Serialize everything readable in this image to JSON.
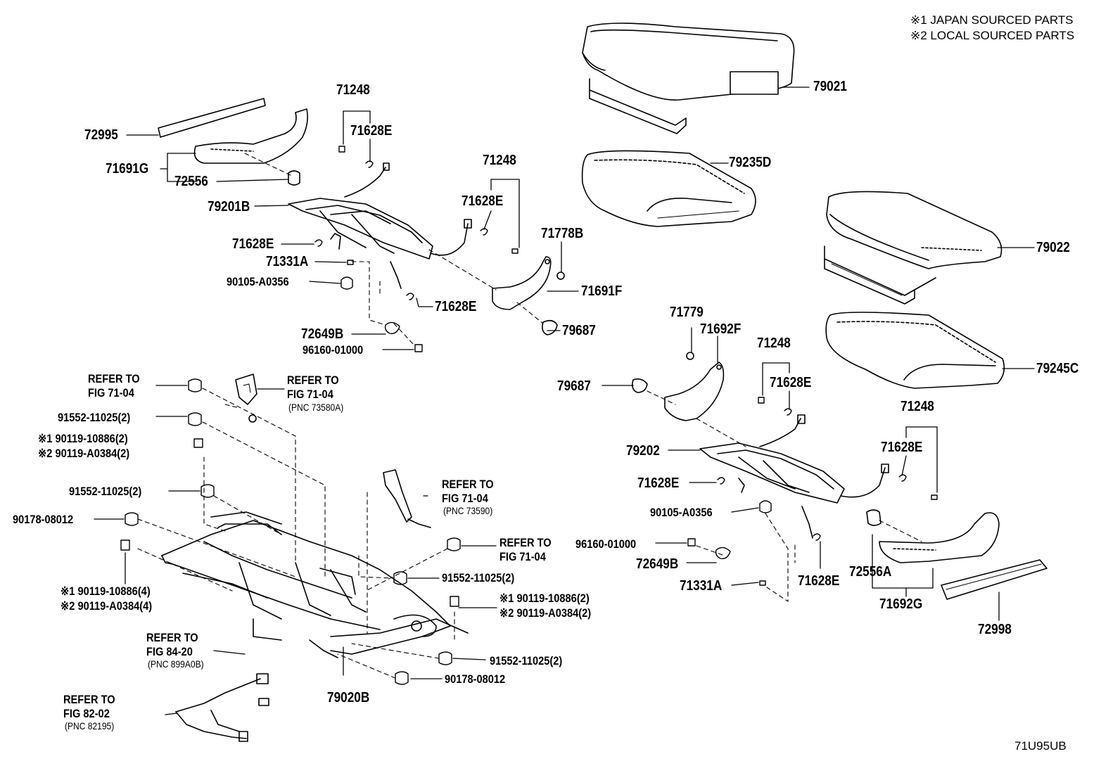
{
  "notes": {
    "japan": "※1 JAPAN SOURCED PARTS",
    "local": "※2 LOCAL SOURCED PARTS"
  },
  "diagram_code": "71U95UB",
  "parts": {
    "p79021": "79021",
    "p79235D": "79235D",
    "p79022": "79022",
    "p79245C": "79245C",
    "p72995": "72995",
    "p71691G": "71691G",
    "p72556": "72556",
    "p71248a": "71248",
    "p71628Ea": "71628E",
    "p71248b": "71248",
    "p71628Eb": "71628E",
    "p79201B": "79201B",
    "p71778B": "71778B",
    "p71628Ec": "71628E",
    "p71331Aa": "71331A",
    "p90105a": "90105-A0356",
    "p71628Ed": "71628E",
    "p71691F": "71691F",
    "p72649Ba": "72649B",
    "p96160a": "96160-01000",
    "p79687a": "79687",
    "refer1a": "REFER TO",
    "refer1b": "FIG 71-04",
    "refer2a": "REFER TO",
    "refer2b": "FIG 71-04",
    "refer2c": "(PNC 73580A)",
    "p91552a": "91552-11025(2)",
    "p90119a": "※1 90119-10886(2)",
    "p90119b": "※2 90119-A0384(2)",
    "p91552b": "91552-11025(2)",
    "p90178a": "90178-08012",
    "refer3a": "REFER TO",
    "refer3b": "FIG 71-04",
    "refer3c": "(PNC 73590)",
    "refer4a": "REFER TO",
    "refer4b": "FIG 71-04",
    "p91552c": "91552-11025(2)",
    "p90119c": "※1 90119-10886(4)",
    "p90119d": "※2 90119-A0384(4)",
    "p90119e": "※1 90119-10886(2)",
    "p90119f": "※2 90119-A0384(2)",
    "refer5a": "REFER TO",
    "refer5b": "FIG 84-20",
    "refer5c": "(PNC 899A0B)",
    "p91552d": "91552-11025(2)",
    "p90178b": "90178-08012",
    "p79020B": "79020B",
    "refer6a": "REFER TO",
    "refer6b": "FIG 82-02",
    "refer6c": "(PNC 82195)",
    "p71779": "71779",
    "p71692F": "71692F",
    "p71248c": "71248",
    "p71628Ee": "71628E",
    "p79687b": "79687",
    "p71248d": "71248",
    "p79202": "79202",
    "p71628Ef": "71628E",
    "p71628Eg": "71628E",
    "p90105b": "90105-A0356",
    "p96160b": "96160-01000",
    "p72649Bb": "72649B",
    "p71331Ab": "71331A",
    "p71628Eh": "71628E",
    "p72556A": "72556A",
    "p71692G": "71692G",
    "p72998": "72998"
  }
}
